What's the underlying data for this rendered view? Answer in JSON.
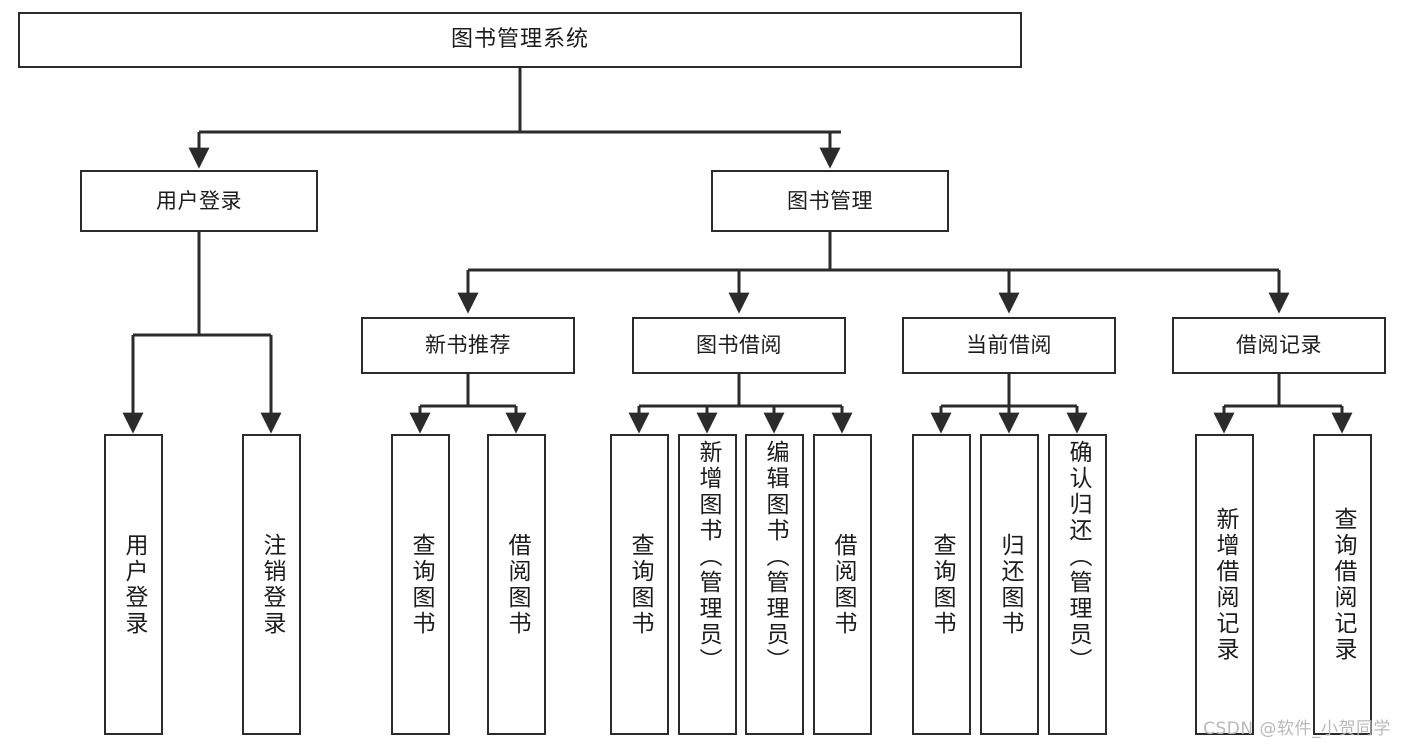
{
  "diagram": {
    "title": "图书管理系统",
    "watermark": "CSDN @软件_小贺同学",
    "stroke_color": "#2b2b2b",
    "text_color": "#1c1c1c",
    "background_color": "#ffffff",
    "watermark_color": "#b9b9b9"
  },
  "nodes": {
    "root": {
      "label": "图书管理系统"
    },
    "level2": [
      {
        "label": "用户登录"
      },
      {
        "label": "图书管理"
      }
    ],
    "level3": [
      {
        "label": "新书推荐"
      },
      {
        "label": "图书借阅"
      },
      {
        "label": "当前借阅"
      },
      {
        "label": "借阅记录"
      }
    ],
    "leaves": {
      "user_login": [
        {
          "label": "用户登录"
        },
        {
          "label": "注销登录"
        }
      ],
      "new_book_recommend": [
        {
          "label": "查询图书"
        },
        {
          "label": "借阅图书"
        }
      ],
      "book_borrow": [
        {
          "label": "查询图书"
        },
        {
          "label": "新增图书（管理员）"
        },
        {
          "label": "编辑图书（管理员）"
        },
        {
          "label": "借阅图书"
        }
      ],
      "current_borrow": [
        {
          "label": "查询图书"
        },
        {
          "label": "归还图书"
        },
        {
          "label": "确认归还（管理员）"
        }
      ],
      "borrow_record": [
        {
          "label": "新增借阅记录"
        },
        {
          "label": "查询借阅记录"
        }
      ]
    }
  }
}
